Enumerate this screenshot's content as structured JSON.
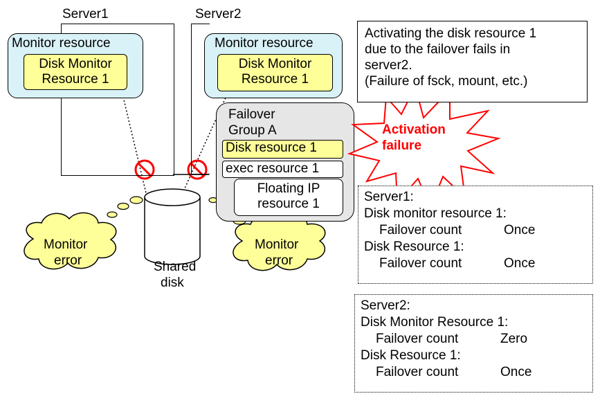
{
  "server1": {
    "label": "Server1",
    "monitor_title": "Monitor resource",
    "disk_monitor_line1": "Disk Monitor",
    "disk_monitor_line2": "Resource 1"
  },
  "server2": {
    "label": "Server2",
    "monitor_title": "Monitor resource",
    "disk_monitor_line1": "Disk Monitor",
    "disk_monitor_line2": "Resource 1"
  },
  "group": {
    "title_line1": "Failover",
    "title_line2": "Group A",
    "disk_resource": "Disk resource 1",
    "exec_resource": "exec resource 1",
    "fip_line1": "Floating IP",
    "fip_line2": "resource 1"
  },
  "activation": {
    "line1": "Activation",
    "line2": "failure",
    "color": "#ff0000"
  },
  "note": {
    "line1": "Activating the disk resource 1",
    "line2": "due to the failover fails in",
    "line3": "server2.",
    "line4": "(Failure of fsck, mount, etc.)"
  },
  "disk": {
    "line1": "Shared",
    "line2": "disk"
  },
  "monitor_error_left": {
    "line1": "Monitor",
    "line2": "error"
  },
  "monitor_error_right": {
    "line1": "Monitor",
    "line2": "error"
  },
  "server1_status": {
    "title": "Server1:",
    "res1_title": "Disk monitor resource 1:",
    "res1_key": "Failover count",
    "res1_val": "Once",
    "res2_title": "Disk Resource 1:",
    "res2_key": "Failover count",
    "res2_val": "Once"
  },
  "server2_status": {
    "title": "Server2:",
    "res1_title": "Disk Monitor Resource 1:",
    "res1_key": "Failover count",
    "res1_val": "Zero",
    "res2_title": "Disk Resource 1:",
    "res2_key": "Failover count",
    "res2_val": "Once"
  },
  "colors": {
    "monitor_bg": "#d9f2f7",
    "yellow": "#ffff99",
    "group_bg": "#e6e6e6",
    "cloud": "#ffff99",
    "prohibit": "#ff0000"
  }
}
